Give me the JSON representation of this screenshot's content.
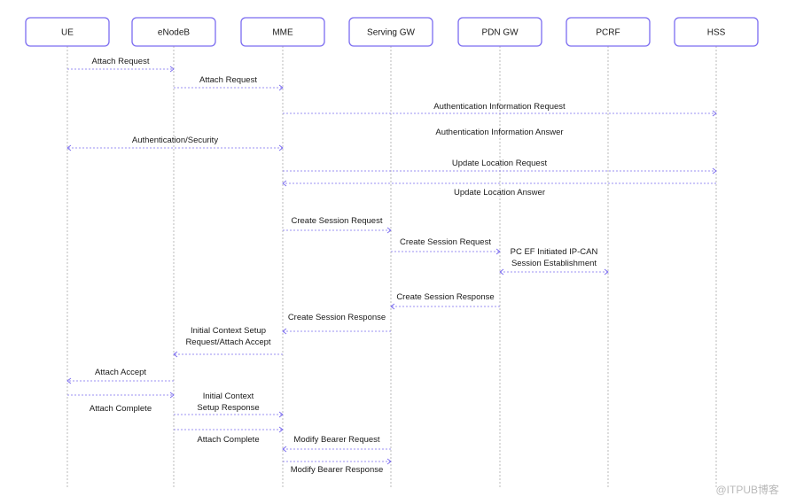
{
  "participants": [
    {
      "id": "ue",
      "label": "UE"
    },
    {
      "id": "enb",
      "label": "eNodeB"
    },
    {
      "id": "mme",
      "label": "MME"
    },
    {
      "id": "sgw",
      "label": "Serving GW"
    },
    {
      "id": "pgw",
      "label": "PDN GW"
    },
    {
      "id": "pcrf",
      "label": "PCRF"
    },
    {
      "id": "hss",
      "label": "HSS"
    }
  ],
  "messages": [
    {
      "from": "ue",
      "to": "enb",
      "lines": [
        "Attach Request"
      ]
    },
    {
      "from": "enb",
      "to": "mme",
      "lines": [
        "Attach Request"
      ]
    },
    {
      "from": "mme",
      "to": "hss",
      "lines": [
        "Authentication Information Request"
      ]
    },
    {
      "from": "mme",
      "to": "hss",
      "lines": [
        "Authentication Information Answer"
      ],
      "noArrow": true
    },
    {
      "from": "mme",
      "to": "ue",
      "lines": [
        "Authentication/Security"
      ],
      "bidir": true
    },
    {
      "from": "mme",
      "to": "hss",
      "lines": [
        "Update Location Request"
      ]
    },
    {
      "from": "hss",
      "to": "mme",
      "lines": [
        "Update Location Answer"
      ]
    },
    {
      "from": "mme",
      "to": "sgw",
      "lines": [
        "Create Session Request"
      ]
    },
    {
      "from": "sgw",
      "to": "pgw",
      "lines": [
        "Create Session Request"
      ]
    },
    {
      "from": "pgw",
      "to": "pcrf",
      "lines": [
        "PC EF Initiated IP-CAN",
        "Session Establishment"
      ],
      "bidir": true
    },
    {
      "from": "pgw",
      "to": "sgw",
      "lines": [
        "Create Session Response"
      ]
    },
    {
      "from": "sgw",
      "to": "mme",
      "lines": [
        "Create Session Response"
      ]
    },
    {
      "from": "mme",
      "to": "enb",
      "lines": [
        "Initial Context Setup",
        "Request/Attach Accept"
      ]
    },
    {
      "from": "enb",
      "to": "ue",
      "lines": [
        "Attach Accept"
      ]
    },
    {
      "from": "ue",
      "to": "enb",
      "lines": [
        "Attach Complete"
      ],
      "labelBelow": true
    },
    {
      "from": "enb",
      "to": "mme",
      "lines": [
        "Initial Context",
        "Setup Response"
      ]
    },
    {
      "from": "enb",
      "to": "mme",
      "lines": [
        "Attach Complete"
      ],
      "labelBelow": true
    },
    {
      "from": "sgw",
      "to": "mme",
      "lines": [
        "Modify Bearer Request"
      ]
    },
    {
      "from": "mme",
      "to": "sgw",
      "lines": [
        "Modify Bearer Response"
      ]
    }
  ],
  "watermark": "@ITPUB博客"
}
